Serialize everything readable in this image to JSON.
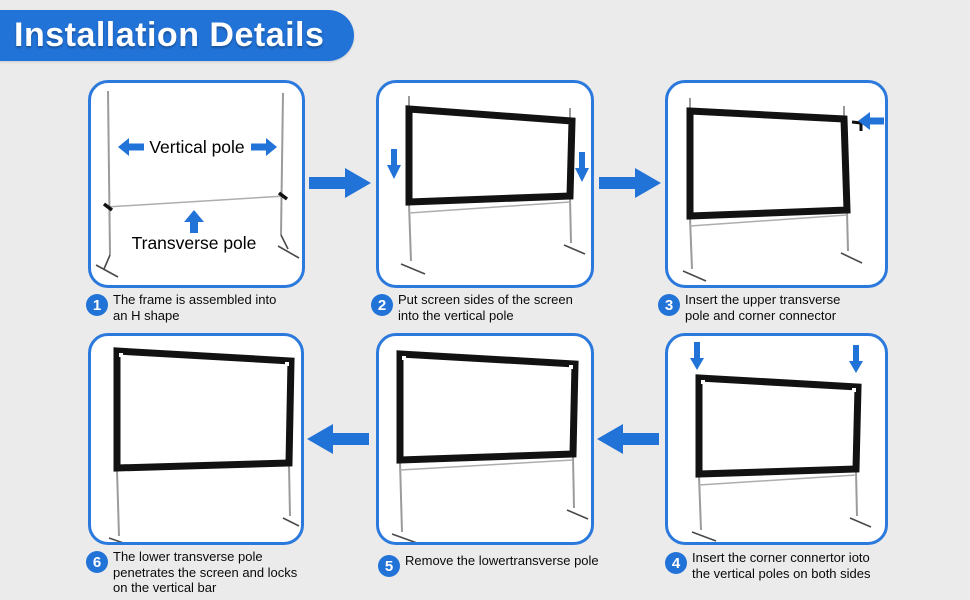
{
  "colors": {
    "accent_blue": "#2273d8",
    "background": "#ebebeb",
    "panel_border": "#2b79dd",
    "frame_black": "#121212"
  },
  "header": {
    "title": "Installation Details"
  },
  "labels": {
    "vertical_pole": "Vertical pole",
    "transverse_pole": "Transverse pole"
  },
  "steps": [
    {
      "number": "1",
      "caption": "The frame is assembled into\nan H shape"
    },
    {
      "number": "2",
      "caption": "Put screen sides of the screen\ninto the vertical pole"
    },
    {
      "number": "3",
      "caption": "Insert the upper transverse\npole and corner connector"
    },
    {
      "number": "4",
      "caption": "Insert the corner connertor ioto\nthe vertical poles on both sides"
    },
    {
      "number": "5",
      "caption": "Remove the lowertransverse pole"
    },
    {
      "number": "6",
      "caption": "The lower transverse pole\npenetrates the screen and locks\non the vertical bar"
    }
  ]
}
